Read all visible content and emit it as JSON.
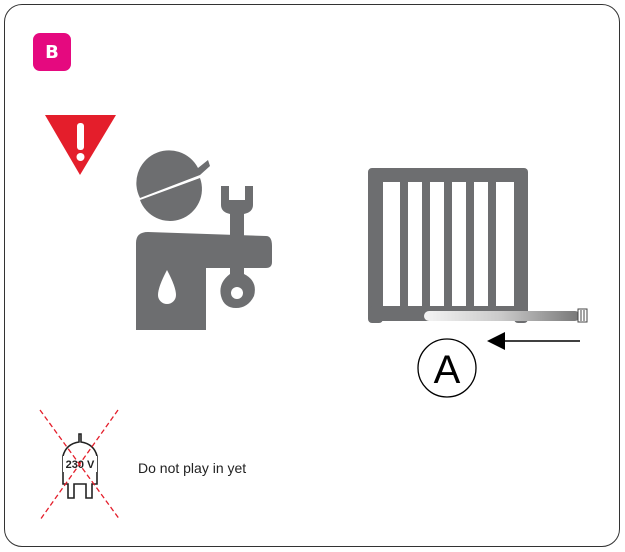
{
  "badge": {
    "label": "B",
    "color": "#e5097f"
  },
  "marker": {
    "label": "A"
  },
  "plug": {
    "label": "230 V"
  },
  "instruction": {
    "text": "Do not play in yet"
  },
  "colors": {
    "warning": "#e41e2b",
    "figure": "#6d6e70",
    "radiator": "#6d6e70",
    "cross": "#e41e2b"
  },
  "icons": [
    "warning-icon",
    "installer-icon",
    "radiator-icon",
    "arrow-left-icon",
    "plug-crossed-icon"
  ]
}
